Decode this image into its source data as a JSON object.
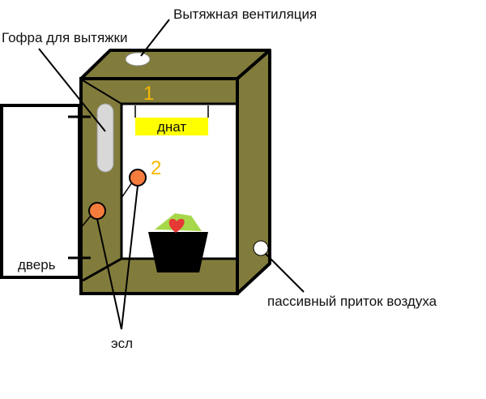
{
  "labels": {
    "exhaust_vent": "Вытяжная вентиляция",
    "exhaust_duct": "Гофра для вытяжки",
    "door": "дверь",
    "lamp": "днат",
    "passive_inlet": "пассивный приток воздуха",
    "esl": "эсл"
  },
  "markers": {
    "one": "1",
    "two": "2"
  },
  "colors": {
    "box": "#827c3c",
    "interior": "#ffffff",
    "lamp_fill": "#ffff00",
    "bulb": "#f57c3c",
    "marker": "#f5b800",
    "pot": "#000000",
    "soil": "#a6d84a",
    "heart": "#e53935",
    "duct": "#d8d8d8"
  }
}
